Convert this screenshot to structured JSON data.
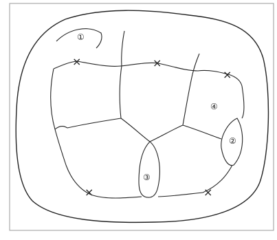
{
  "diagram": {
    "region_labels": [
      "①",
      "②",
      "③",
      "④"
    ],
    "markers": [
      "×",
      "×",
      "×",
      "×",
      "×"
    ]
  }
}
